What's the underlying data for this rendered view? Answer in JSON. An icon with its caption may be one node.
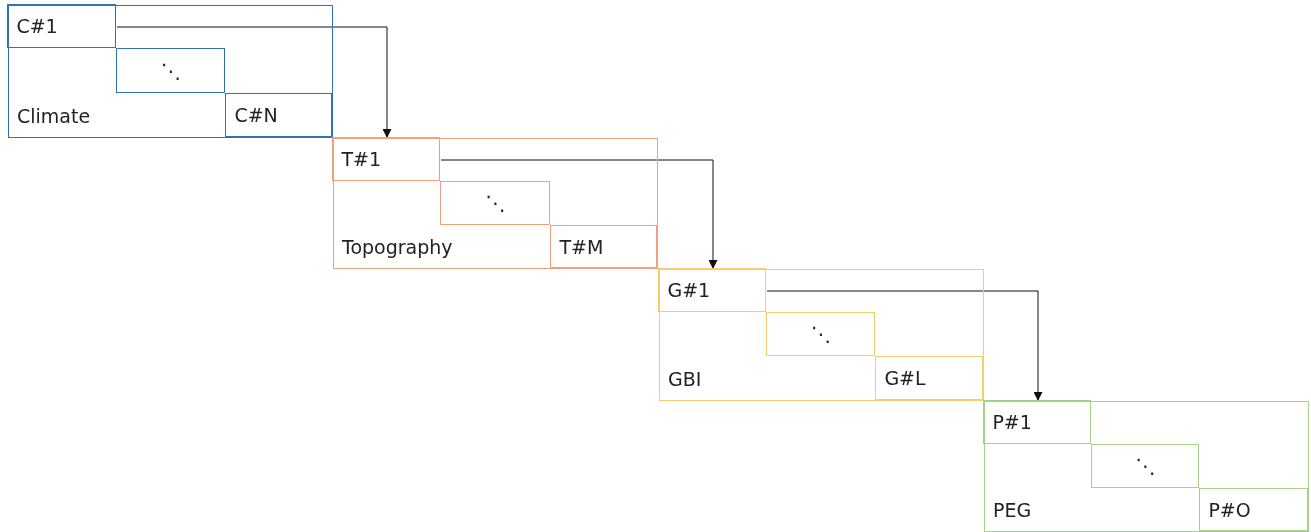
{
  "diagram": {
    "nodes": [
      {
        "text": [
          "Climate"
        ]
      },
      {
        "text": [
          "C#1"
        ],
        "in": 0
      },
      {
        "text": [
          "⋱"
        ],
        "in": 0
      },
      {
        "text": [
          "C#N"
        ],
        "in": 0
      },
      {
        "text": [
          "Topography"
        ]
      },
      {
        "text": [
          "T#1"
        ],
        "in": 4
      },
      {
        "text": [
          "⋱"
        ],
        "in": 4
      },
      {
        "text": [
          "T#M"
        ],
        "in": 4
      },
      {
        "text": [
          "GBI"
        ]
      },
      {
        "text": [
          "G#1"
        ],
        "in": 8
      },
      {
        "text": [
          "⋱"
        ],
        "in": 8
      },
      {
        "text": [
          "G#L"
        ],
        "in": 8
      },
      {
        "text": [
          "PEG"
        ]
      },
      {
        "text": [
          "P#1"
        ],
        "in": 12
      },
      {
        "text": [
          "⋱"
        ],
        "in": 12
      },
      {
        "text": [
          "P#O"
        ],
        "in": 12
      }
    ],
    "edges": [
      {
        "from": 1,
        "to": 5,
        "arrow": "to"
      },
      {
        "from": 5,
        "to": 9,
        "arrow": "to"
      },
      {
        "from": 9,
        "to": 13,
        "arrow": "to"
      }
    ]
  }
}
